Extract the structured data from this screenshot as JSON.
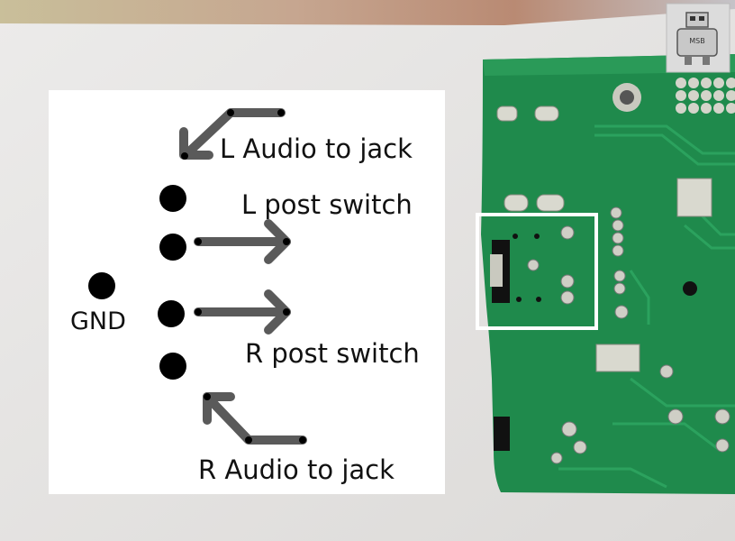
{
  "diagram": {
    "labels": {
      "l_audio": "L Audio to jack",
      "l_post": "L post switch",
      "gnd": "GND",
      "r_post": "R post switch",
      "r_audio": "R Audio to jack"
    },
    "logo_text": "MSB"
  },
  "colors": {
    "pcb_green": "#1f8a4c",
    "highlight_box": "#ffffff",
    "arrow": "#555555",
    "pin_dot": "#000000"
  }
}
